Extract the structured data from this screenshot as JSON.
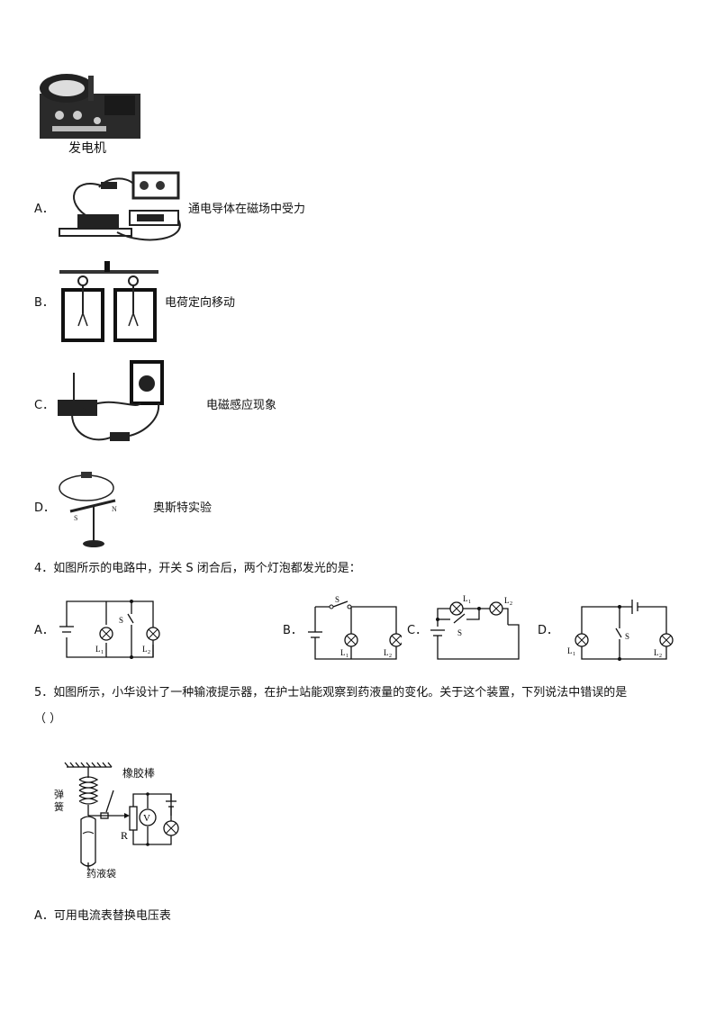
{
  "q3_tail": {
    "generator_caption": "发电机",
    "options": [
      {
        "letter": "A．",
        "text": "通电导体在磁场中受力"
      },
      {
        "letter": "B．",
        "text": "电荷定向移动"
      },
      {
        "letter": "C．",
        "text": "电磁感应现象"
      },
      {
        "letter": "D．",
        "text": "奥斯特实验"
      }
    ]
  },
  "q4": {
    "stem": "4．如图所示的电路中，开关 S 闭合后，两个灯泡都发光的是：",
    "options": [
      "A．",
      "B．",
      "C．",
      "D．"
    ],
    "labels": {
      "s": "S",
      "l1": "L",
      "l2": "L",
      "sub1": "1",
      "sub2": "2"
    }
  },
  "q5": {
    "stem": "5．如图所示，小华设计了一种输液提示器，在护士站能观察到药液量的变化。关于这个装置，下列说法中错误的是",
    "paren": "（    ）",
    "figure": {
      "rubber_rod": "橡胶棒",
      "spring_1": "弹",
      "spring_2": "簧",
      "bag": "药液袋",
      "r": "R",
      "v": "V"
    },
    "option_a": "A．可用电流表替换电压表"
  }
}
